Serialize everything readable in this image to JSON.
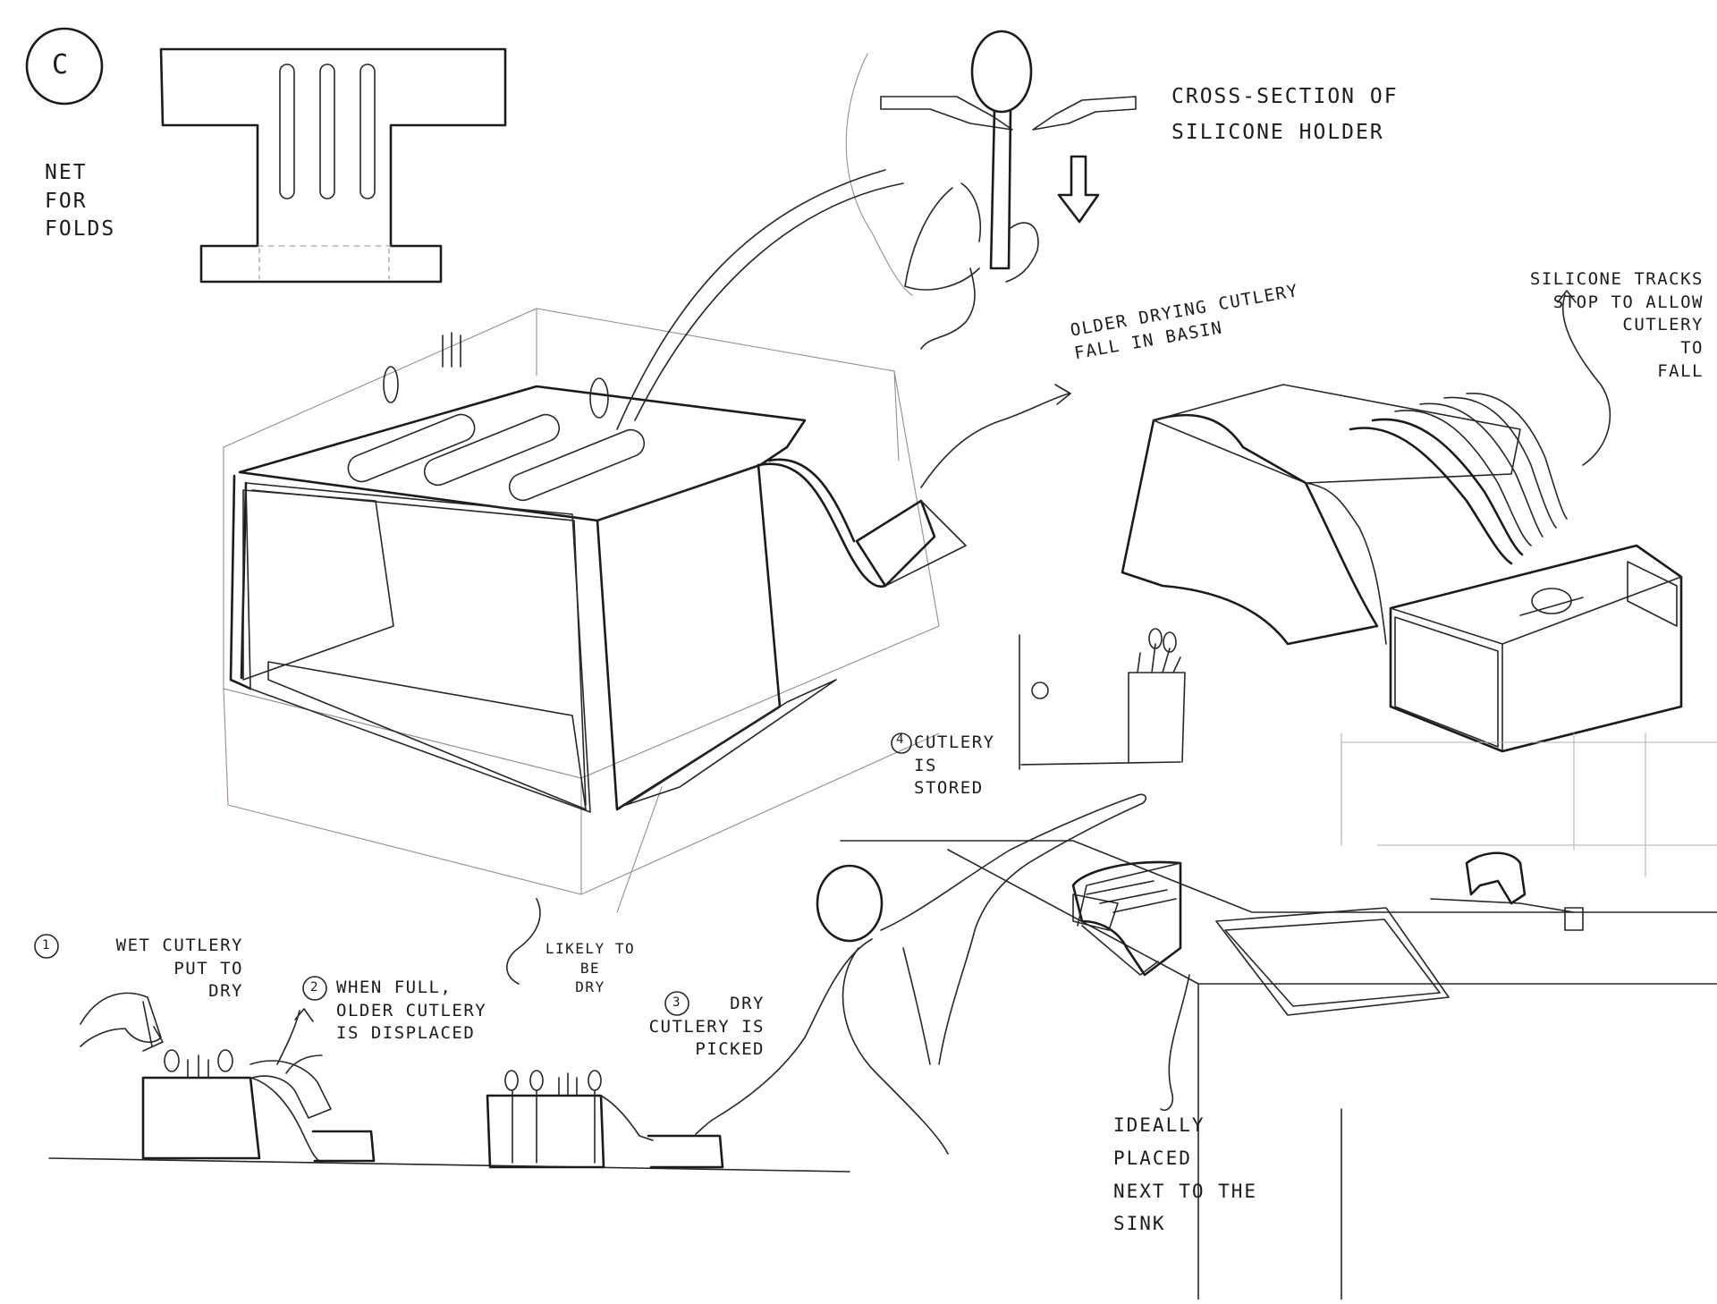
{
  "section_marker": "C",
  "labels": {
    "net_for_folds": "NET\nFOR\nFOLDS",
    "cross_section": "CROSS-SECTION OF\nSILICONE HOLDER",
    "older_drying": "OLDER DRYING CUTLERY\nFALL IN BASIN",
    "silicone_tracks": "SILICONE TRACKS\nSTOP TO ALLOW\nCUTLERY\nTO\nFALL",
    "cutlery_stored": "CUTLERY\nIS\nSTORED",
    "wet_cutlery": "WET CUTLERY\nPUT TO\nDRY",
    "when_full": "WHEN FULL,\nOLDER CUTLERY\nIS DISPLACED",
    "likely_dry": "LIKELY TO\nBE\nDRY",
    "dry_picked": "DRY\nCUTLERY IS\nPICKED",
    "ideally_placed": "IDEALLY\nPLACED\nNEXT TO THE\nSINK"
  },
  "step_numbers": {
    "step1": "1",
    "step2": "2",
    "step3": "3",
    "step4": "4"
  },
  "colors": {
    "ink": "#1c1a1d",
    "guide_lines": "#9b8a8f",
    "paper": "#ffffff"
  }
}
